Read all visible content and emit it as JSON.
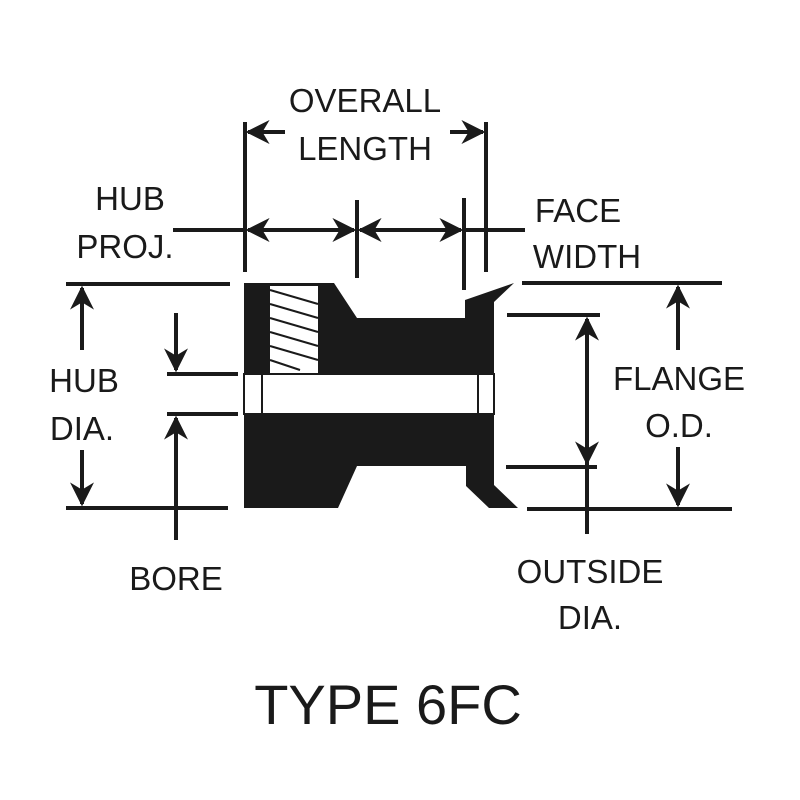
{
  "diagram": {
    "title": "TYPE 6FC",
    "subject": "flanged timing pulley cross-section",
    "labels": {
      "overall_length": [
        "OVERALL",
        "LENGTH"
      ],
      "hub_proj": [
        "HUB",
        "PROJ."
      ],
      "face_width": [
        "FACE",
        "WIDTH"
      ],
      "hub_dia": [
        "HUB",
        "DIA."
      ],
      "bore": [
        "BORE"
      ],
      "flange_od": [
        "FLANGE",
        "O.D."
      ],
      "outside_dia": [
        "OUTSIDE",
        "DIA."
      ]
    },
    "colors": {
      "ink": "#1a1a1a",
      "background": "#ffffff"
    }
  }
}
